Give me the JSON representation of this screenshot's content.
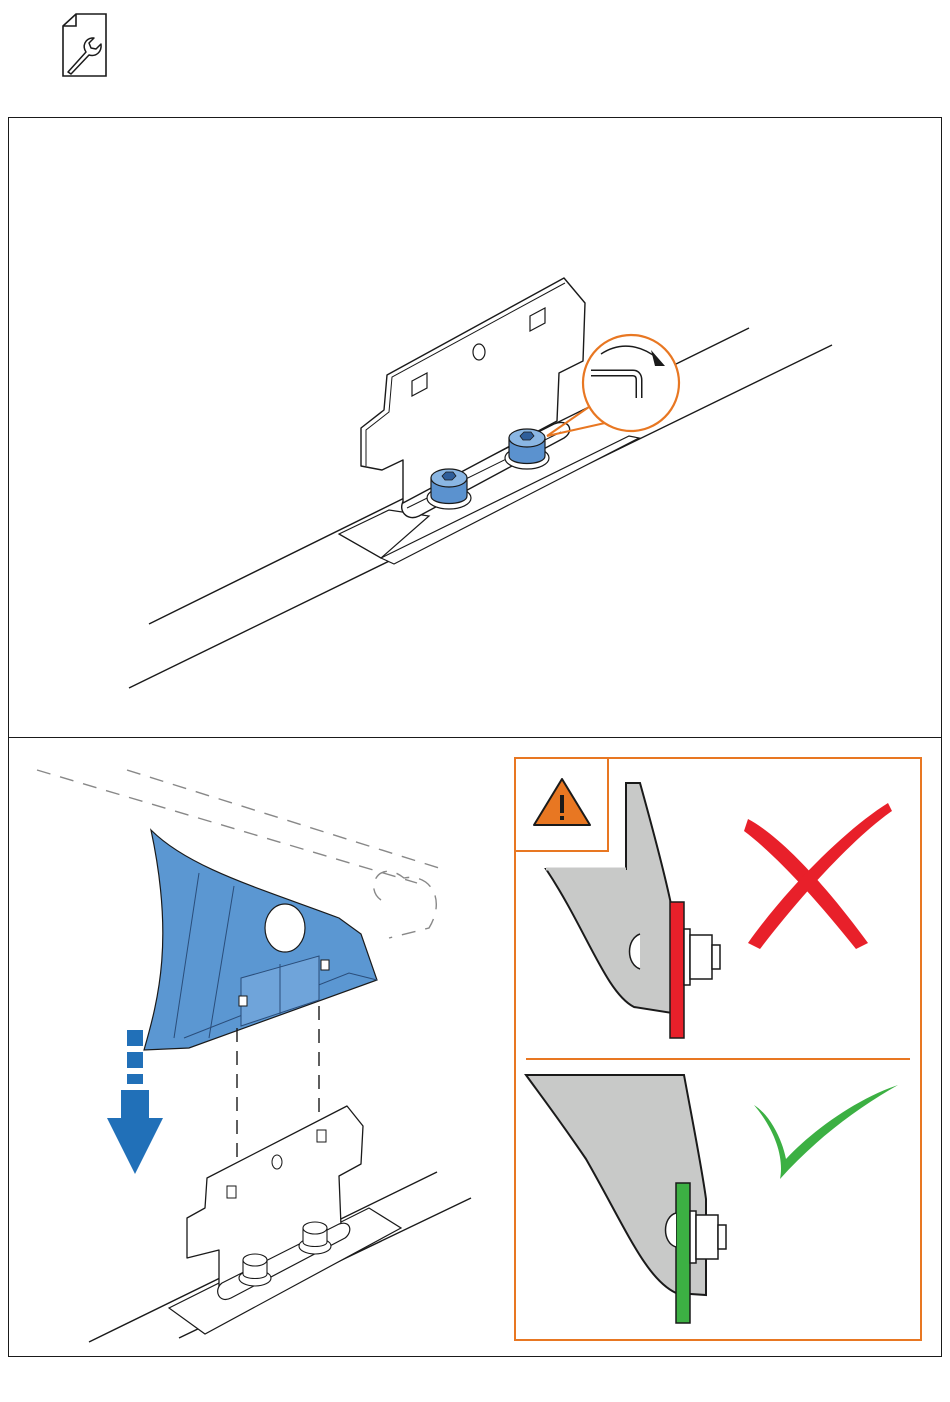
{
  "page": {
    "background": "#ffffff"
  },
  "header": {
    "icon": "document-wrench-icon"
  },
  "colors": {
    "outline": "#1a1a1a",
    "bolt_blue": "#5b92cf",
    "foot_blue": "#5b97d2",
    "arrow_blue": "#2170b8",
    "callout_orange": "#e87722",
    "warning_orange": "#e87722",
    "wrong_red": "#e8202a",
    "right_green": "#3cb043",
    "grey_fill": "#c8c9c8"
  },
  "panels": [
    {
      "id": "step-tighten",
      "icons": [
        "hex-key-icon",
        "rotate-arrow-icon"
      ]
    },
    {
      "id": "step-mount",
      "icons": [
        "down-arrow-icon"
      ]
    },
    {
      "id": "check-box",
      "icons": [
        "warning-triangle-icon",
        "wrong-cross-icon",
        "correct-check-icon"
      ]
    }
  ]
}
